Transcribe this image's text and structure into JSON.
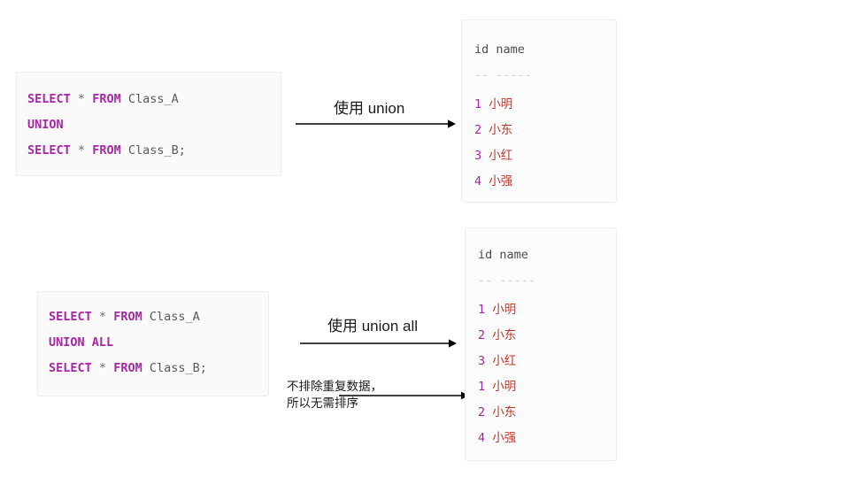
{
  "page": {
    "background": "#ffffff",
    "keyword_color": "#a626a4",
    "id_color": "#a626a4",
    "name_color": "#c0392b",
    "code_text_color": "#555555"
  },
  "code_blocks": [
    {
      "id": "union",
      "lines": [
        {
          "keyword1": "SELECT",
          "star": "*",
          "keyword2": "FROM",
          "table": "Class_A"
        },
        {
          "keyword1": "UNION",
          "star": "",
          "keyword2": "",
          "table": ""
        },
        {
          "keyword1": "SELECT",
          "star": "*",
          "keyword2": "FROM",
          "table": "Class_B;"
        }
      ]
    },
    {
      "id": "union_all",
      "lines": [
        {
          "keyword1": "SELECT",
          "star": "*",
          "keyword2": "FROM",
          "table": "Class_A"
        },
        {
          "keyword1": "UNION ALL",
          "star": "",
          "keyword2": "",
          "table": ""
        },
        {
          "keyword1": "SELECT",
          "star": "*",
          "keyword2": "FROM",
          "table": "Class_B;"
        }
      ]
    }
  ],
  "arrows": [
    {
      "id": "union",
      "label": "使用 union"
    },
    {
      "id": "union_all",
      "label": "使用 union all"
    }
  ],
  "note": {
    "line1": "不排除重复数据，",
    "line2": "所以无需排序"
  },
  "results": [
    {
      "id": "union_result",
      "header": "id name",
      "separator": "-- -----",
      "rows": [
        {
          "id": "1",
          "name": "小明"
        },
        {
          "id": "2",
          "name": "小东"
        },
        {
          "id": "3",
          "name": "小红"
        },
        {
          "id": "4",
          "name": "小强"
        }
      ]
    },
    {
      "id": "union_all_result",
      "header": "id name",
      "separator": "-- -----",
      "rows": [
        {
          "id": "1",
          "name": "小明"
        },
        {
          "id": "2",
          "name": "小东"
        },
        {
          "id": "3",
          "name": "小红"
        },
        {
          "id": "1",
          "name": "小明"
        },
        {
          "id": "2",
          "name": "小东"
        },
        {
          "id": "4",
          "name": "小强"
        }
      ]
    }
  ]
}
